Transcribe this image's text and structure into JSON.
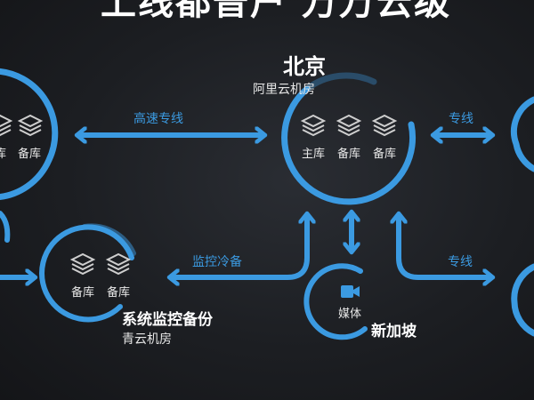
{
  "title_fragment": "上线都普户 万万云级",
  "beijing": {
    "title": "北京",
    "subtitle": "阿里云机房",
    "db_labels": [
      "主库",
      "备库",
      "备库"
    ]
  },
  "left_node": {
    "db_labels": [
      "库",
      "备库"
    ]
  },
  "monitor": {
    "title": "系统监控备份",
    "subtitle": "青云机房",
    "db_labels": [
      "备库",
      "备库"
    ]
  },
  "singapore": {
    "title": "新加坡",
    "media_label": "媒体"
  },
  "links": {
    "high_speed": "高速专线",
    "dedicated_top": "专线",
    "monitor_cold": "监控冷备",
    "dedicated_bottom": "专线"
  },
  "colors": {
    "accent": "#3b9ae1",
    "background": "#1c1e22",
    "text": "#ffffff"
  }
}
